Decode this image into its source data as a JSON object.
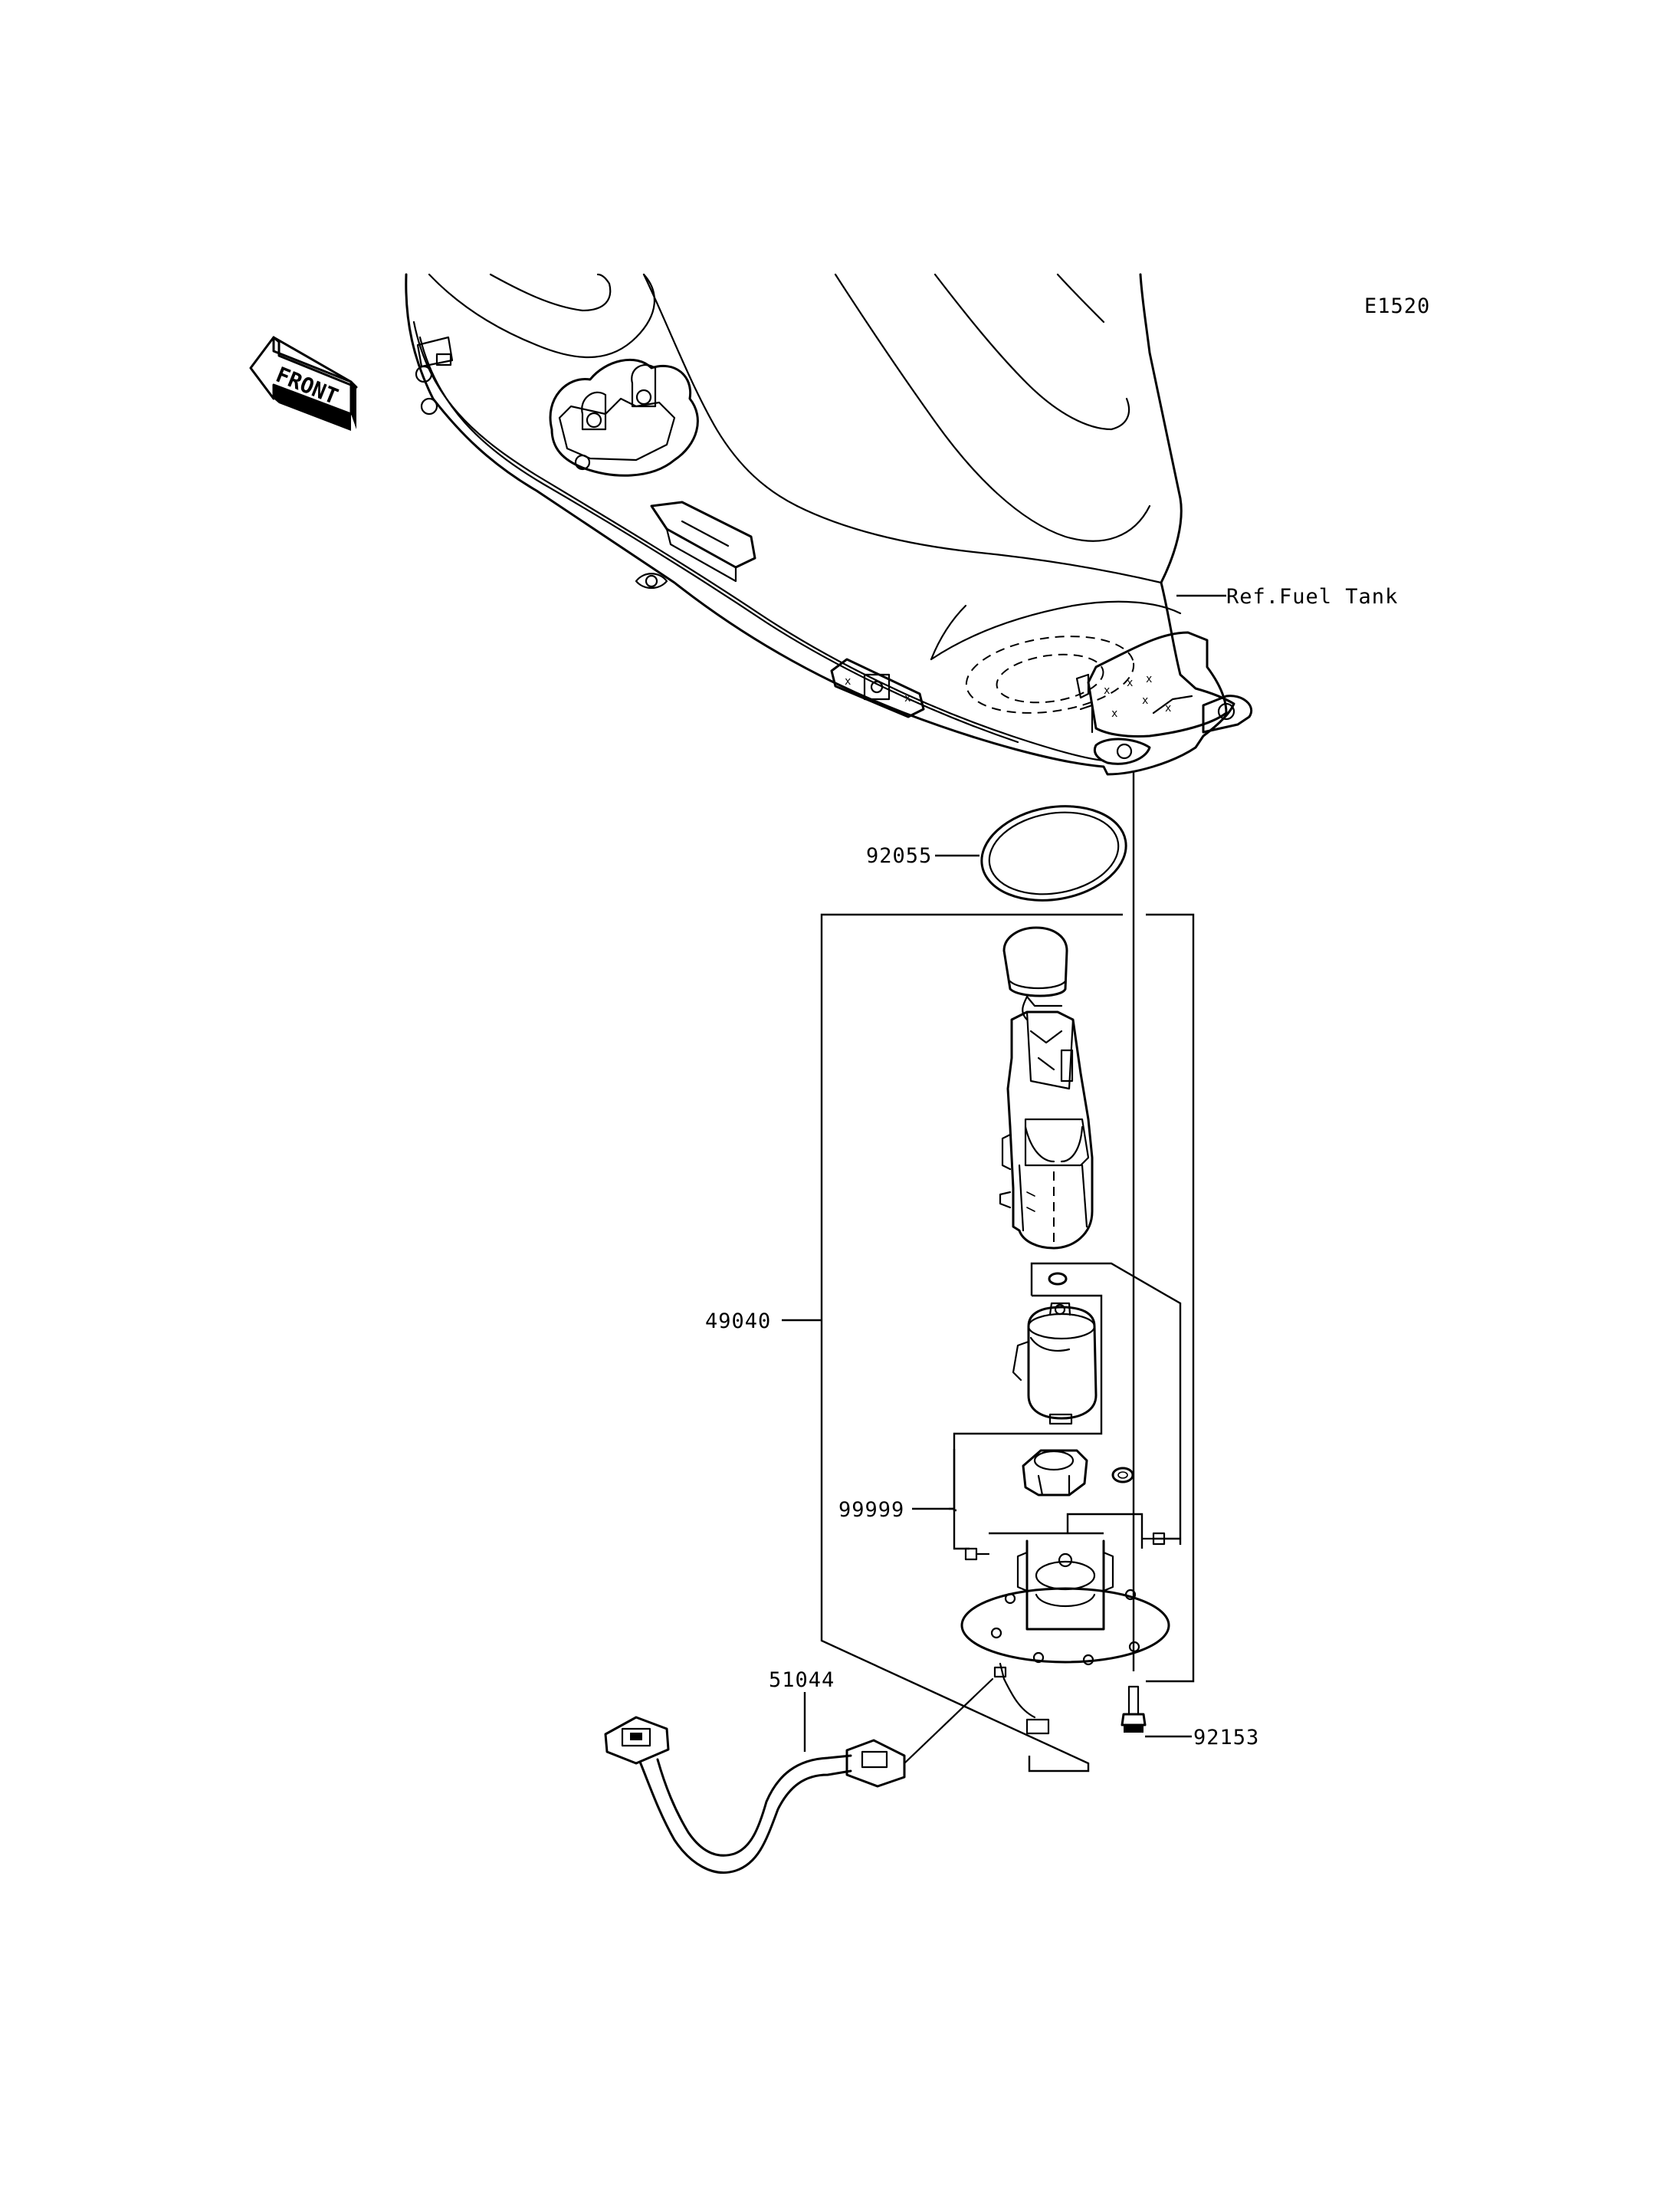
{
  "diagram_code": "E1520",
  "front_arrow_label": "FRONT",
  "ref_label": "Ref.Fuel Tank",
  "parts": [
    {
      "number": "92055"
    },
    {
      "number": "49040"
    },
    {
      "number": "99999"
    },
    {
      "number": "51044"
    },
    {
      "number": "92153"
    }
  ]
}
